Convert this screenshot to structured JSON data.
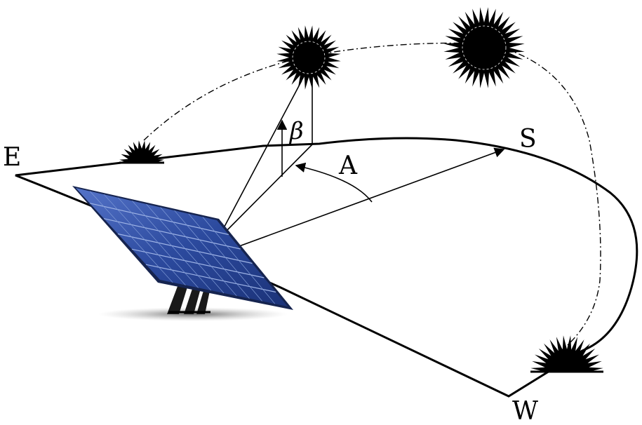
{
  "labels": {
    "east": "E",
    "south": "S",
    "west": "W",
    "azimuth": "A",
    "altitude": "β"
  },
  "icons": {
    "sun": "sun-icon",
    "setting_sun": "half-sun-icon",
    "panel": "solar-panel-icon"
  },
  "colors": {
    "ink": "#000000",
    "panel_cell": "#2c4a9e",
    "panel_frame": "#16244f",
    "panel_highlight": "#7f9ad6",
    "shadow": "#9a9a9a"
  }
}
